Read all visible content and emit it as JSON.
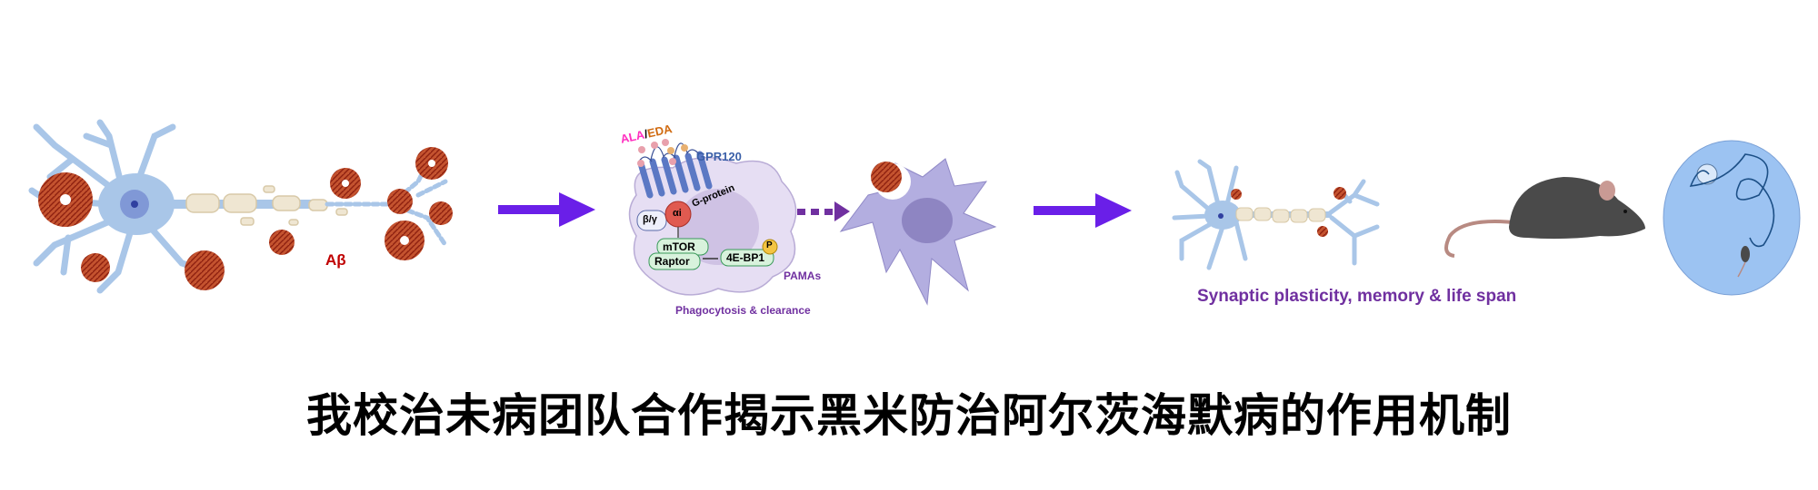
{
  "panel_left": {
    "abeta_label": "Aβ"
  },
  "panel_middle": {
    "ligand_ala": "ALA",
    "ligand_sep": "/",
    "ligand_eda": "EDA",
    "receptor": "GPR120",
    "g_protein": "G-protein",
    "beta_gamma": "β/γ",
    "alpha_i": "αi",
    "mtor": "mTOR",
    "raptor": "Raptor",
    "bp1": "4E-BP1",
    "phospho": "P",
    "pamas": "PAMAs",
    "caption": "Phagocytosis & clearance"
  },
  "panel_right": {
    "caption": "Synaptic plasticity, memory & life span"
  },
  "title": "我校治未病团队合作揭示黑米防治阿尔茨海默病的作用机制",
  "colors": {
    "arrow": "#6a1fe8",
    "purple_text": "#7030a0",
    "neuron": "#a9c6e8",
    "plaque": "#b33a1e",
    "cell": "#e6def3",
    "microglia": "#b3aee0"
  }
}
